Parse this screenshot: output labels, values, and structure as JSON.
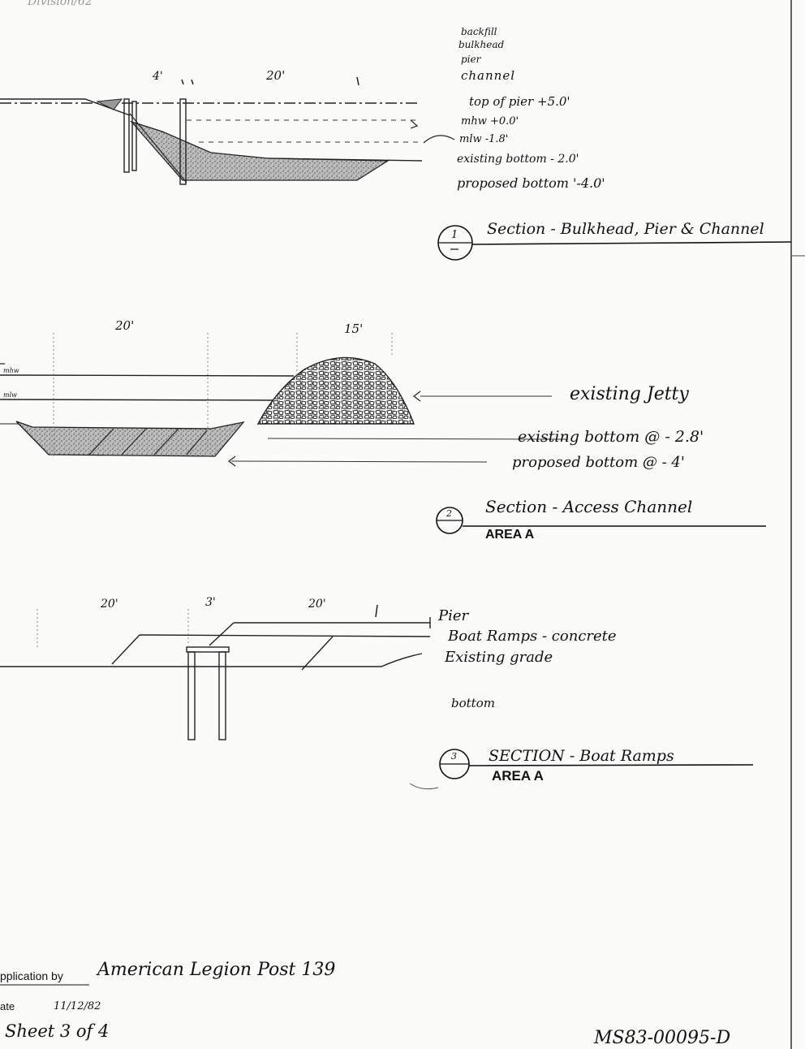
{
  "header": {
    "scribble": "Division/62"
  },
  "section1": {
    "dims": [
      "4'",
      "20'"
    ],
    "legend": [
      "backfill",
      "bulkhead",
      "pier",
      "channel"
    ],
    "levels": [
      "top of pier +5.0'",
      "mhw +0.0'",
      "mlw -1.8'",
      "existing bottom - 2.0'",
      "proposed bottom '-4.0'"
    ],
    "title": "Section - Bulkhead, Pier & Channel",
    "number": "1"
  },
  "section2": {
    "dims": [
      "20'",
      "15'"
    ],
    "water_labels": [
      "mhw",
      "mlw"
    ],
    "notes": [
      "existing Jetty",
      "existing bottom @ - 2.8'",
      "proposed bottom @ - 4'"
    ],
    "title": "Section - Access Channel",
    "area": "AREA A",
    "number": "2"
  },
  "section3": {
    "dims": [
      "20'",
      "3'",
      "20'"
    ],
    "labels": [
      "Pier",
      "Boat Ramps - concrete",
      "Existing grade",
      "bottom"
    ],
    "title": "SECTION - Boat Ramps",
    "area": "AREA A",
    "number": "3"
  },
  "titleblock": {
    "application_label": "pplication by",
    "applicant": "American Legion Post 139",
    "date_label": "ate",
    "date": "11/12/82",
    "sheet": "Sheet 3 of 4",
    "doc_number": "MS83-00095-D"
  },
  "colors": {
    "ink": "#111111",
    "paper": "#fbfbfa",
    "shade": "#8a8a8a"
  }
}
